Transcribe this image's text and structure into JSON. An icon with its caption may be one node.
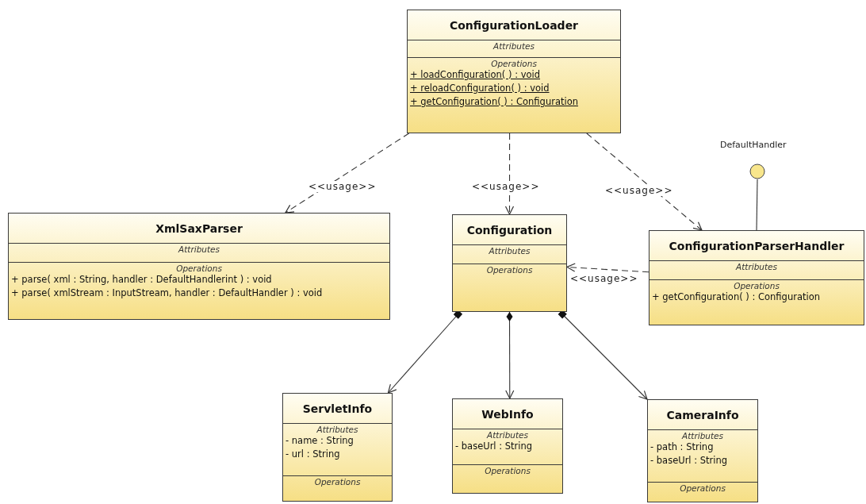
{
  "diagram": {
    "nodes": [
      {
        "text": [
          "ConfigurationLoader",
          "Attributes",
          "Operations",
          "+ loadConfiguration(  ) : void",
          "+ reloadConfiguration(  ) : void",
          "+ getConfiguration(  ) : Configuration"
        ]
      },
      {
        "text": [
          "XmlSaxParser",
          "Attributes",
          "Operations",
          "+ parse( xml : String, handler : DefaultHandlerint ) : void",
          "+ parse( xmlStream : InputStream, handler : DefaultHandler ) : void"
        ]
      },
      {
        "text": [
          "Configuration",
          "Attributes",
          "Operations"
        ]
      },
      {
        "text": [
          "ConfigurationParserHandler",
          "Attributes",
          "Operations",
          "+ getConfiguration(  ) : Configuration"
        ]
      },
      {
        "text": [],
        "shape": "circle",
        "beside": [
          "DefaultHandler"
        ]
      },
      {
        "text": [
          "ServletInfo",
          "Attributes",
          "- name : String",
          "- url : String",
          "Operations"
        ]
      },
      {
        "text": [
          "WebInfo",
          "Attributes",
          "- baseUrl : String",
          "Operations"
        ]
      },
      {
        "text": [
          "CameraInfo",
          "Attributes",
          "- path : String",
          "- baseUrl : String",
          "Operations"
        ]
      }
    ],
    "edges": [
      {
        "from": 0,
        "to": 1,
        "arrow": "to",
        "label": "<<usage>>",
        "style": "dashed"
      },
      {
        "from": 0,
        "to": 2,
        "arrow": "to",
        "label": "<<usage>>",
        "style": "dashed"
      },
      {
        "from": 0,
        "to": 3,
        "arrow": "to",
        "label": "<<usage>>",
        "style": "dashed"
      },
      {
        "from": 3,
        "to": 2,
        "arrow": "to",
        "label": "<<usage>>",
        "style": "dashed"
      },
      {
        "from": 4,
        "to": 3,
        "arrow": "none"
      },
      {
        "from": 2,
        "to": 5,
        "arrow": "to"
      },
      {
        "from": 2,
        "to": 6,
        "arrow": "to"
      },
      {
        "from": 2,
        "to": 7,
        "arrow": "to"
      }
    ]
  }
}
